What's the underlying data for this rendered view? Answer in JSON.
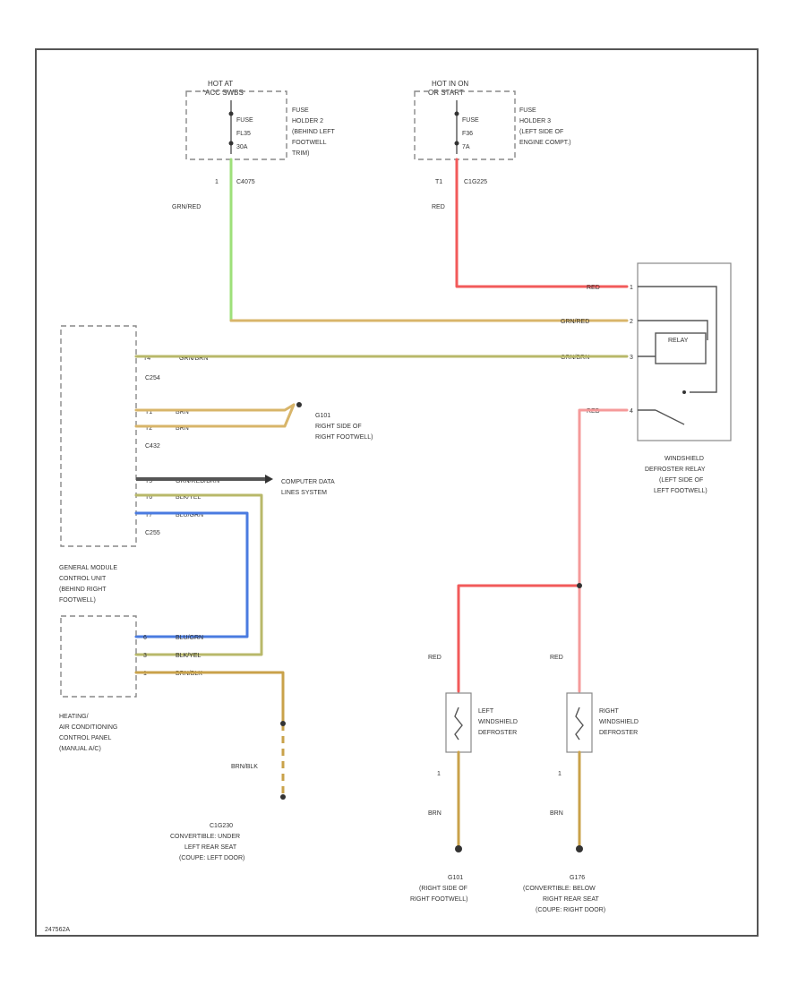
{
  "colors": {
    "red": "#f25a5a",
    "lightred": "#f59a9a",
    "green": "#9ee07a",
    "tan": "#d8b56a",
    "olive": "#b8b86a",
    "blue": "#4a7be0",
    "brown": "#c9a24a"
  },
  "fuse_left": {
    "hot": "HOT AT",
    "hot_sub": "*ACC SWBS",
    "fuse": "FUSE",
    "fuse_id": "FL35",
    "amps": "30A",
    "holder": [
      "FUSE",
      "HOLDER 2",
      "(BEHIND LEFT",
      "FOOTWELL",
      "TRIM)"
    ],
    "pin": "1",
    "code": "C4075",
    "wire": "GRN/RED"
  },
  "fuse_right": {
    "hot": "HOT IN ON",
    "hot_sub": "OR START",
    "fuse": "FUSE",
    "fuse_id": "F36",
    "amps": "7A",
    "holder": [
      "FUSE",
      "HOLDER 3",
      "(LEFT SIDE OF",
      "ENGINE COMPT.)"
    ],
    "pin": "T1",
    "code": "C1G225",
    "wire": "RED"
  },
  "relay": {
    "labels": [
      "WINDSHIELD",
      "DEFROSTER RELAY",
      "(LEFT SIDE OF",
      "LEFT FOOTWELL)"
    ],
    "wire1": "RED",
    "wire2": "GRN/RED",
    "wire3": "GRN/BRN",
    "wire4": "RED",
    "pin1": "1",
    "pin2": "2",
    "pin3": "3",
    "pin4": "4",
    "coil": "RELAY"
  },
  "gem": {
    "labels": [
      "GENERAL MODULE",
      "CONTROL UNIT",
      "(BEHIND RIGHT",
      "FOOTWELL)"
    ],
    "c1": "C254",
    "c2": "C432",
    "c3": "C255",
    "pin1": "T4",
    "pin2": "T1",
    "pin3": "T2",
    "pin4": "T5",
    "pin5": "T6",
    "pin6": "T7",
    "w1": "GRN/BRN",
    "w2": "BRN",
    "w3": "BRN",
    "w4": "GRN/RED/BRN",
    "w5": "BLK/YEL",
    "w6": "BLU/GRN"
  },
  "ground_g101": {
    "code": "G101",
    "lines": [
      "RIGHT SIDE OF",
      "RIGHT FOOTWELL)"
    ]
  },
  "data_lines": [
    "COMPUTER DATA",
    "LINES SYSTEM"
  ],
  "hvac": {
    "labels": [
      "HEATING/",
      "AIR CONDITIONING",
      "CONTROL PANEL",
      "(MANUAL A/C)"
    ],
    "pin1": "6",
    "pin2": "3",
    "pin3": "1",
    "w1": "BLU/GRN",
    "w2": "BLK/YEL",
    "w3": "BRN/BLK"
  },
  "conv_ground": {
    "wire": "BRN/BLK",
    "code": "C1G230",
    "lines": [
      "CONVERTIBLE: UNDER",
      "LEFT REAR SEAT",
      "(COUPE: LEFT DOOR)"
    ]
  },
  "left_defroster": {
    "wire_in": "RED",
    "labels": [
      "LEFT",
      "WINDSHIELD",
      "DEFROSTER"
    ],
    "pin": "1",
    "wire_out": "BRN"
  },
  "right_defroster": {
    "wire_in": "RED",
    "labels": [
      "RIGHT",
      "WINDSHIELD",
      "DEFROSTER"
    ],
    "pin": "1",
    "wire_out": "BRN"
  },
  "ground_g101b": {
    "code": "G101",
    "lines": [
      "(RIGHT SIDE OF",
      "RIGHT FOOTWELL)"
    ]
  },
  "ground_g176": {
    "code": "G176",
    "lines": [
      "(CONVERTIBLE: BELOW",
      "RIGHT REAR SEAT",
      "(COUPE: RIGHT DOOR)"
    ]
  },
  "footer": "247562A"
}
